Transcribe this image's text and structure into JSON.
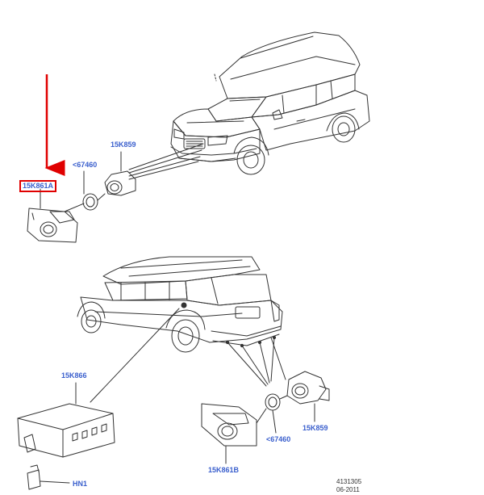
{
  "diagram": {
    "labels": {
      "top_sensor_part": "15K859",
      "top_ring_part": "<67460",
      "top_bezel_part": "15K861A",
      "module_part": "15K866",
      "harness_part": "HN1",
      "bottom_sensor_part": "15K859",
      "bottom_ring_part": "<67460",
      "bottom_bezel_part": "15K861B"
    },
    "reference_number": "4131305",
    "reference_date": "06-2011",
    "colors": {
      "label_text": "#3a5fcd",
      "highlight": "#e00000",
      "line_art": "#333333"
    }
  }
}
